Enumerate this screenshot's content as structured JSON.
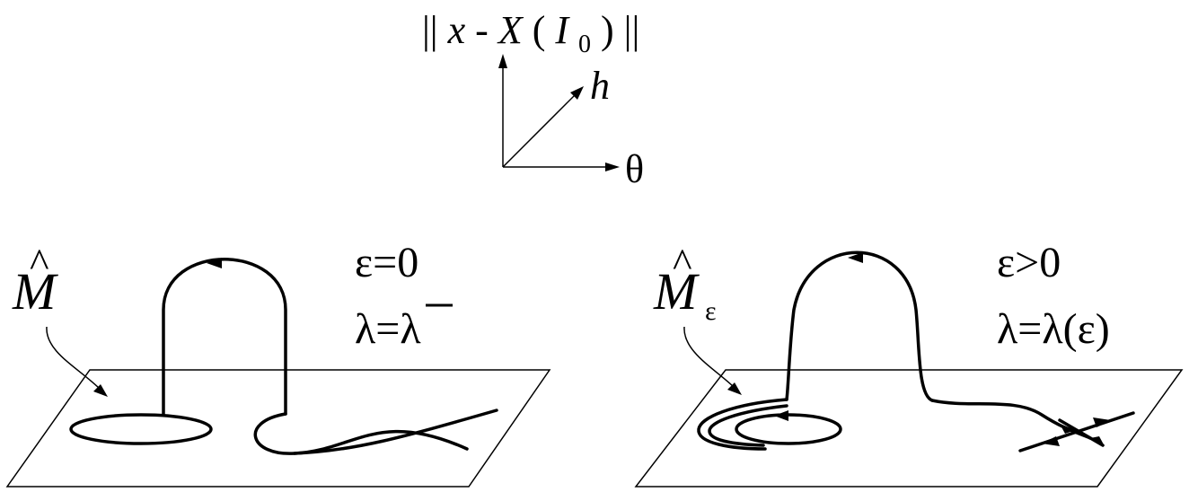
{
  "axes": {
    "vertical_label": "||x-X(I0)||",
    "vertical_parts": {
      "bars_left": "||",
      "x": "x",
      "minus": "-",
      "X": "X",
      "paren_open": "(",
      "I": "I",
      "sub": "0",
      "paren_close": ")",
      "bars_right": "||"
    },
    "diagonal_label": "h",
    "horizontal_label": "θ"
  },
  "left_panel": {
    "manifold_label": "M",
    "manifold_hat": "^",
    "epsilon_text": "ε=0",
    "lambda_text": "λ=λ",
    "lambda_bar": true
  },
  "right_panel": {
    "manifold_label": "M",
    "manifold_hat": "^",
    "manifold_subscript": "ε",
    "epsilon_text": "ε>0",
    "lambda_text": "λ=λ(ε)"
  }
}
